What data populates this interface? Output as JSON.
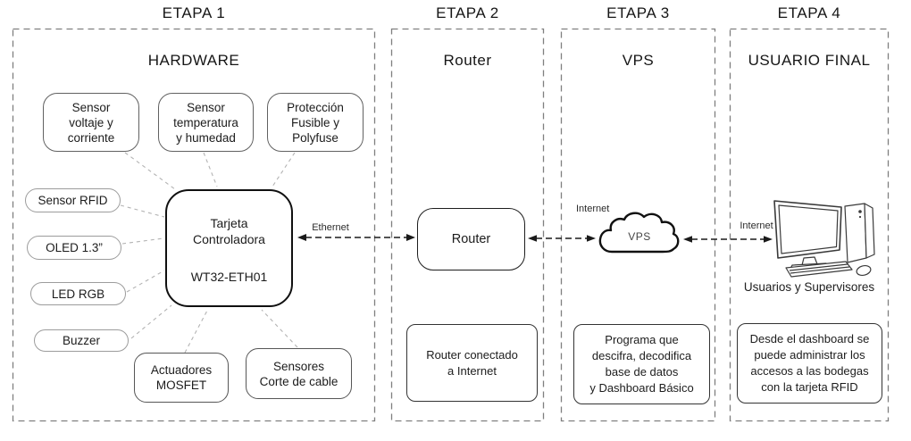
{
  "colors": {
    "ink": "#1c1c1c",
    "frame_gray": "#7f7f7f",
    "connector_gray": "#b3b3b3"
  },
  "stage1": {
    "header": "ETAPA 1",
    "title": "HARDWARE",
    "controller": {
      "name": "Tarjeta\nControladora",
      "model": "WT32-ETH01"
    },
    "peripherals": {
      "voltage": "Sensor\nvoltaje y\ncorriente",
      "temperature": "Sensor\ntemperatura\ny humedad",
      "protection": "Protección\nFusible y\nPolyfuse",
      "rfid": "Sensor RFID",
      "oled": "OLED 1.3”",
      "led": "LED RGB",
      "buzzer": "Buzzer",
      "mosfet": "Actuadores\nMOSFET",
      "cable": "Sensores\nCorte de cable"
    }
  },
  "stage2": {
    "header": "ETAPA 2",
    "title": "Router",
    "node": "Router",
    "note": "Router conectado\na Internet"
  },
  "stage3": {
    "header": "ETAPA 3",
    "title": "VPS",
    "internet_label": "Internet",
    "cloud_label": "VPS",
    "note": "Programa que\ndescifra, decodifica\nbase de datos\ny Dashboard Básico"
  },
  "stage4": {
    "header": "ETAPA 4",
    "title": "USUARIO FINAL",
    "internet_label": "Internet",
    "caption": "Usuarios y Supervisores",
    "note": "Desde el dashboard se\npuede administrar los\naccesos a las bodegas\ncon la tarjeta RFID"
  },
  "links": {
    "ethernet_label": "Ethernet"
  }
}
